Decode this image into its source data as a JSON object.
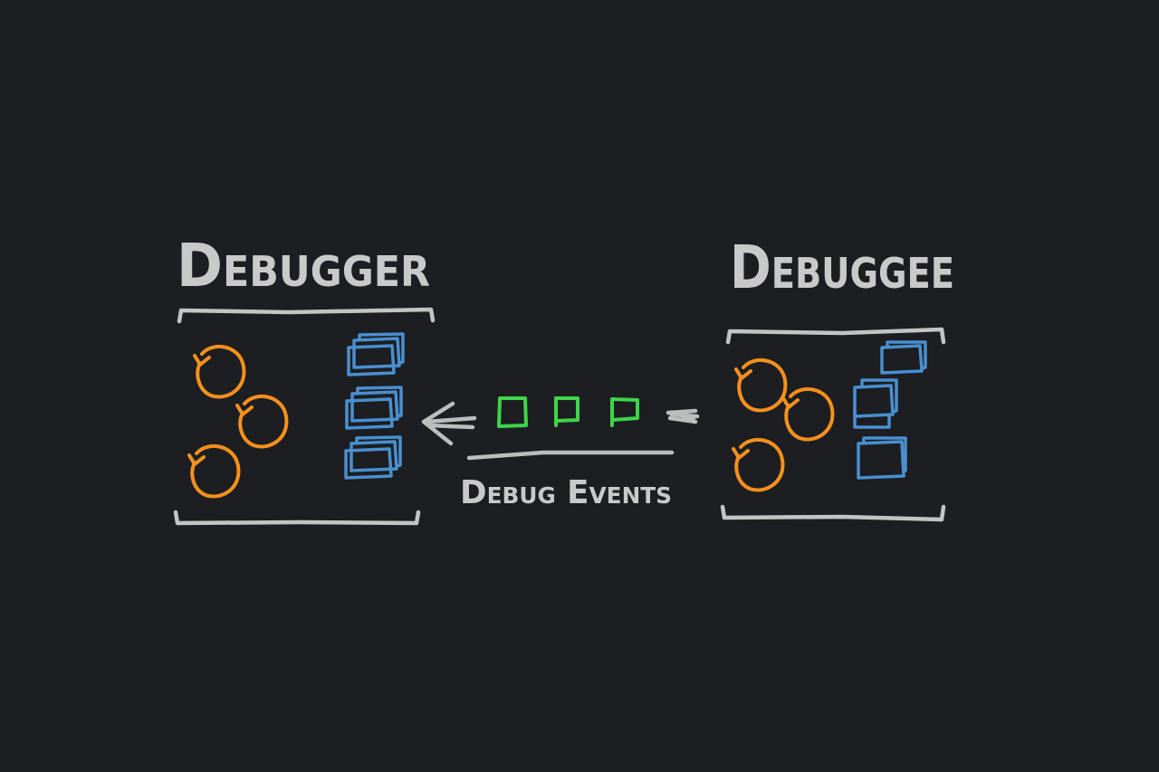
{
  "debugger": {
    "title": "Debugger"
  },
  "debuggee": {
    "title": "Debuggee"
  },
  "events": {
    "label": "Debug Events"
  },
  "colors": {
    "background": "#1c1e21",
    "text": "#c9c9c9",
    "thread": "#f5901e",
    "stack_frame": "#4a8fd0",
    "event": "#3fd54a"
  },
  "icons": {
    "thread": "circular-arrow-icon",
    "stack_frame": "stacked-window-icon",
    "event": "flag-icon"
  }
}
